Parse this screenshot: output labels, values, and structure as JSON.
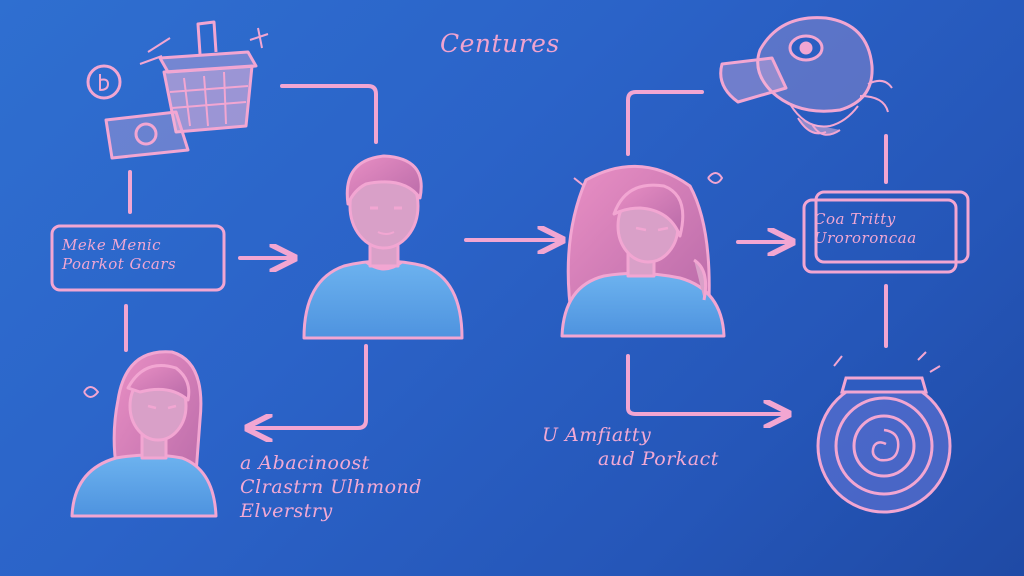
{
  "title": "Centures",
  "left_box": {
    "lines": [
      "Meke Menic",
      "Poarkot Gcars"
    ]
  },
  "right_box": {
    "lines": [
      "Coa Tritty",
      "Urororoncaa"
    ]
  },
  "caption_bottom_left": {
    "lines": [
      "a Abacinoost",
      "Clrastrn Ulhmond",
      "Elverstry"
    ]
  },
  "caption_middle": {
    "lines": [
      "U Amfiatty",
      "aud Porkact"
    ]
  },
  "colors": {
    "background": "#2b63c8",
    "ink": "#f2a6d2",
    "skin": "#d9a0c8",
    "shirt": "#5ea6e8"
  }
}
